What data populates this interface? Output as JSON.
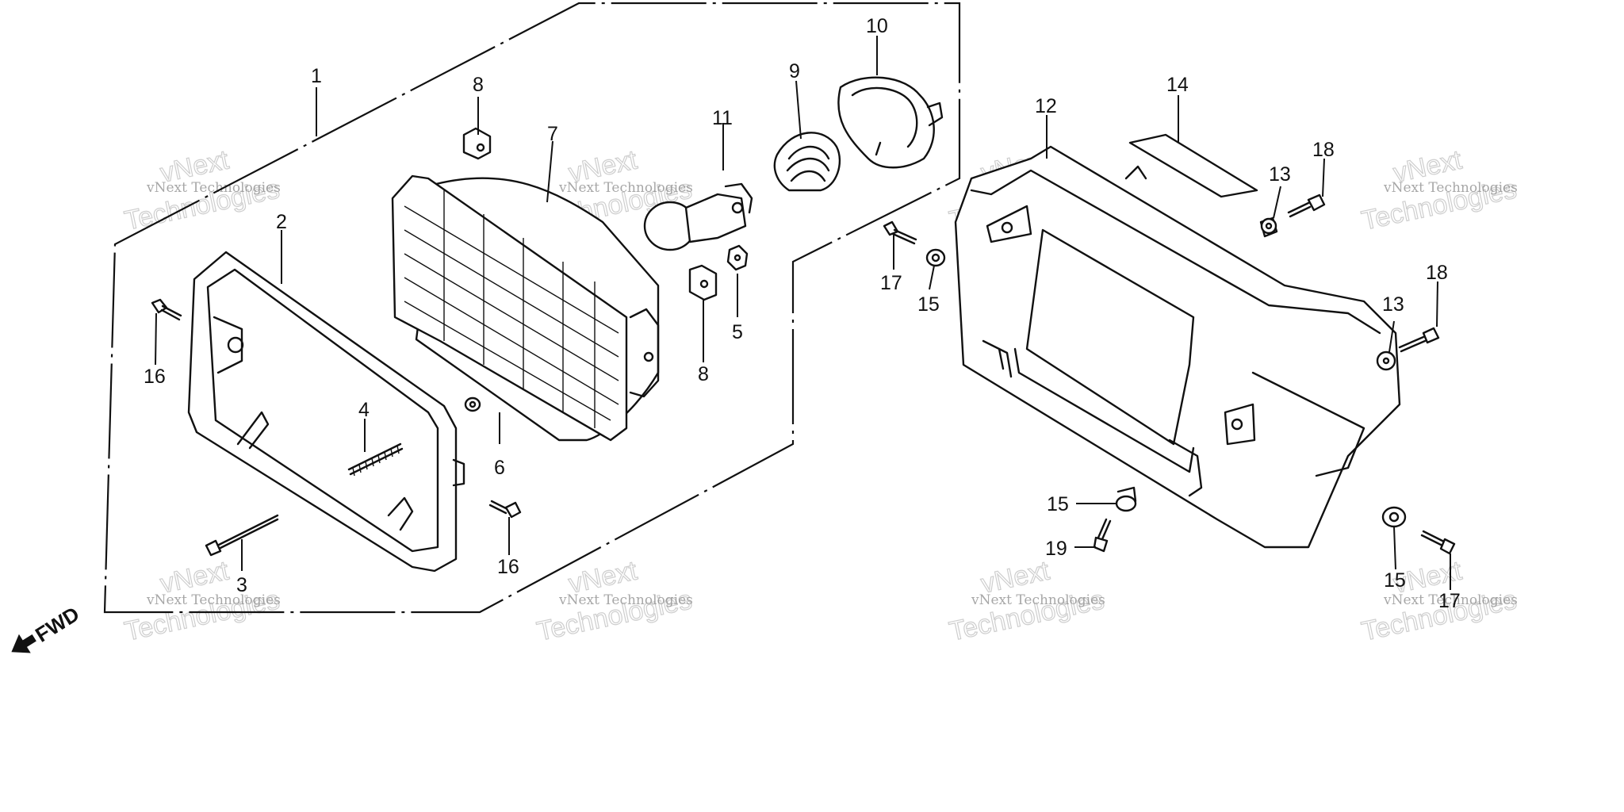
{
  "diagram": {
    "callouts": {
      "p1": "1",
      "p2": "2",
      "p3": "3",
      "p4": "4",
      "p5": "5",
      "p6": "6",
      "p7": "7",
      "p8a": "8",
      "p8b": "8",
      "p9": "9",
      "p10": "10",
      "p11": "11",
      "p12": "12",
      "p13a": "13",
      "p13b": "13",
      "p14": "14",
      "p15a": "15",
      "p15b": "15",
      "p15c": "15",
      "p16a": "16",
      "p16b": "16",
      "p17a": "17",
      "p17b": "17",
      "p18a": "18",
      "p18b": "18",
      "p19": "19"
    },
    "direction_label": "FWD",
    "watermark": {
      "line1": "vNext Technologies",
      "line2": "Technologies",
      "line3": "vNext"
    }
  },
  "colors": {
    "ink": "#111111",
    "watermark": "#8a8a8a",
    "background": "#ffffff"
  }
}
